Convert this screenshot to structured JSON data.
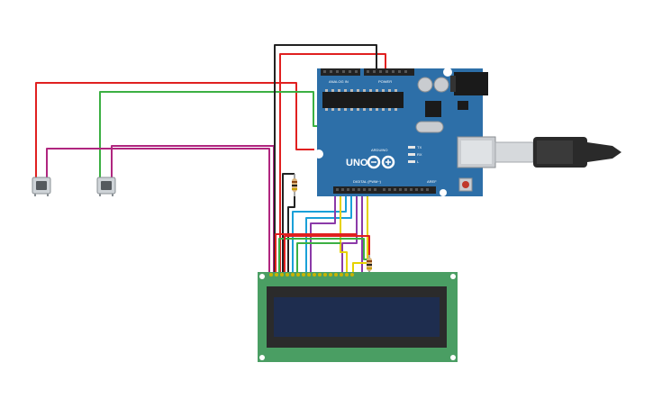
{
  "board": {
    "model_label": "UNO",
    "brand_label": "ARDUINO",
    "analog_header_label": "ANALOG IN",
    "power_header_label": "POWER",
    "digital_header_label": "DIGITAL (PWM~)",
    "tx_label": "TX",
    "rx_label": "RX",
    "l_label": "L",
    "aref_label": "AREF",
    "colors": {
      "pcb": "#2d6fa8",
      "header": "#222222",
      "chip": "#1a1a1a"
    }
  },
  "lcd": {
    "colors": {
      "pcb": "#4a9e63",
      "screen": "#1e2d4f",
      "bezel": "#2b2b2b"
    }
  },
  "wire_colors": {
    "red": "#e02020",
    "green": "#3cb043",
    "magenta": "#b0267f",
    "black": "#222222",
    "blue": "#1aa0d8",
    "yellow": "#e6d200",
    "purple": "#8b3aa8",
    "orange": "#ff8a00"
  }
}
